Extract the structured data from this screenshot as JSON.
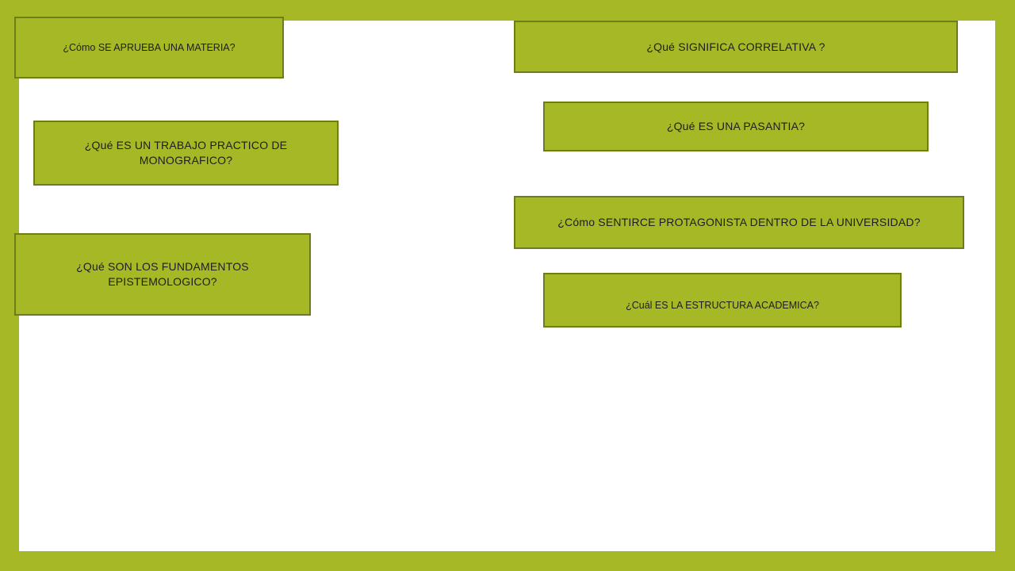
{
  "slide": {
    "background_color": "#ffffff",
    "frame_color": "#a7b827",
    "button_color": "#a7b827",
    "button_border_color": "#6e7d18"
  },
  "questions": {
    "aprueba_materia": "¿Cómo SE APRUEBA UNA MATERIA?",
    "correlativa": "¿Qué SIGNIFICA CORRELATIVA ?",
    "pasantia": "¿Qué ES UNA PASANTIA?",
    "trabajo_practico": "¿Qué ES UN TRABAJO PRACTICO DE MONOGRAFICO?",
    "protagonista": "¿Cómo SENTIRCE PROTAGONISTA DENTRO DE LA UNIVERSIDAD?",
    "fundamentos": "¿Qué SON LOS FUNDAMENTOS EPISTEMOLOGICO?",
    "estructura": "¿Cuál ES LA ESTRUCTURA ACADEMICA?"
  }
}
